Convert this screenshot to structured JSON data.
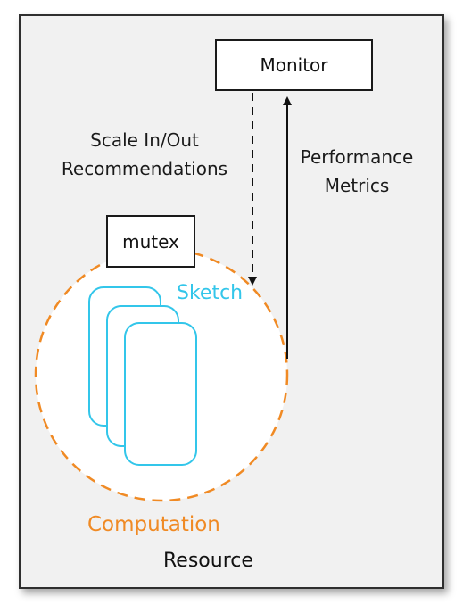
{
  "nodes": {
    "monitor": "Monitor",
    "mutex": "mutex",
    "sketch": "Sketch",
    "computation": "Computation",
    "resource": "Resource"
  },
  "edges": {
    "recommendations": [
      "Scale In/Out",
      "Recommendations"
    ],
    "metrics": [
      "Performance",
      "Metrics"
    ]
  },
  "colors": {
    "sketch": "#33c6ea",
    "computation": "#f08a24",
    "frame_bg": "#f1f1f1",
    "line": "#111111"
  }
}
